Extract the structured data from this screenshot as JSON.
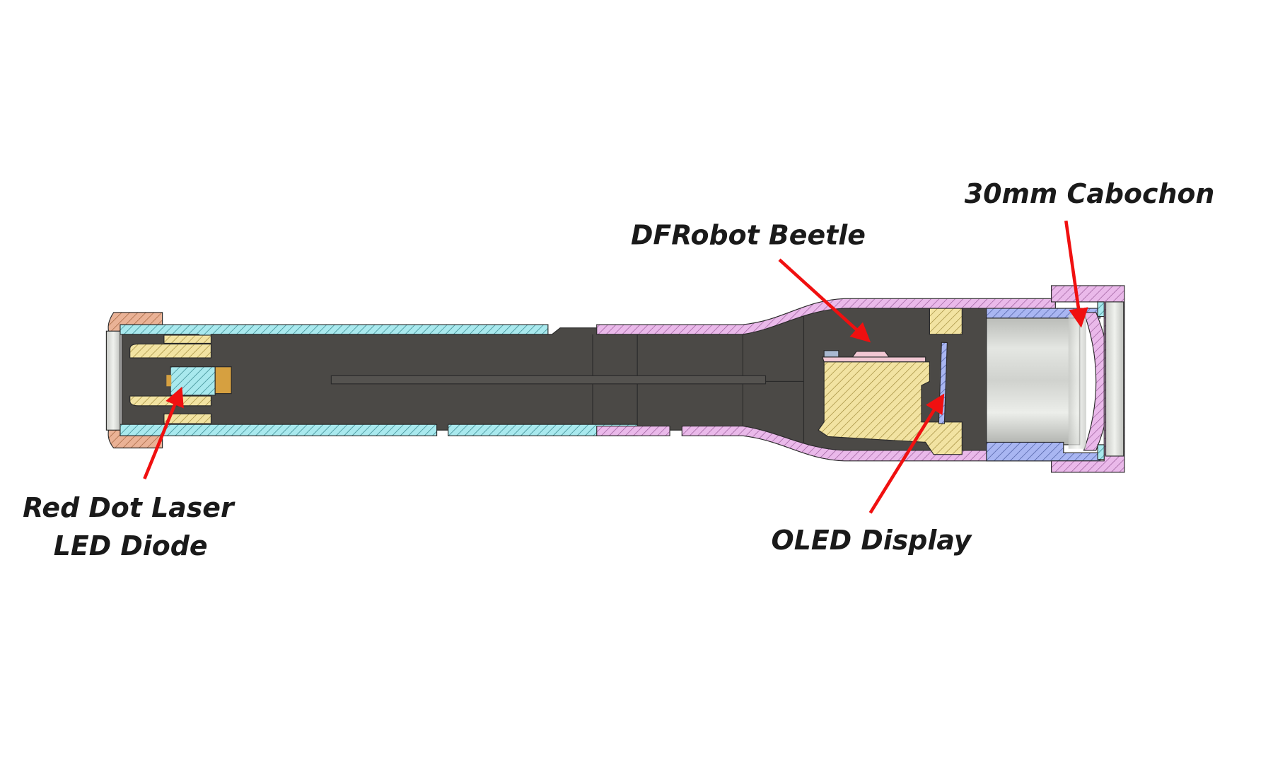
{
  "labels": {
    "cabochon": "30mm Cabochon",
    "beetle": "DFRobot Beetle",
    "laser_line1": "Red Dot Laser",
    "laser_line2": "LED Diode",
    "oled": "OLED Display"
  },
  "colors": {
    "arrow": "#f01010",
    "cyan_part": "#a9e9ee",
    "pink_part": "#eab9ea",
    "yellow_part": "#f2e3a2",
    "orange_part": "#eab296",
    "blue_part": "#a9b6f2",
    "interior": "#4b4946"
  }
}
